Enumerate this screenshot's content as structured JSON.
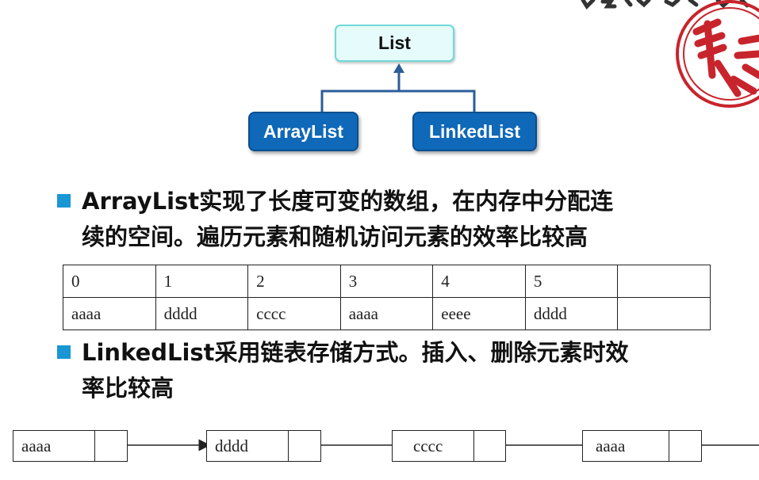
{
  "diagram": {
    "parent": "List",
    "children": [
      "ArrayList",
      "LinkedList"
    ]
  },
  "bullets": [
    "ArrayList实现了长度可变的数组，在内存中分配连\n续的空间。遍历元素和随机访问元素的效率比较高",
    "LinkedList采用链表存储方式。插入、删除元素时效\n率比较高"
  ],
  "array_table": {
    "indexes": [
      "0",
      "1",
      "2",
      "3",
      "4",
      "5",
      ""
    ],
    "values": [
      "aaaa",
      "dddd",
      "cccc",
      "aaaa",
      "eeee",
      "dddd",
      ""
    ]
  },
  "linked_list": [
    "aaaa",
    "dddd",
    "cccc",
    "aaaa"
  ],
  "colors": {
    "list_node_fill": "#e6fbfb",
    "child_node_fill": "#0f68b8",
    "bullet": "#1996d4",
    "stamp": "#c8242c"
  }
}
